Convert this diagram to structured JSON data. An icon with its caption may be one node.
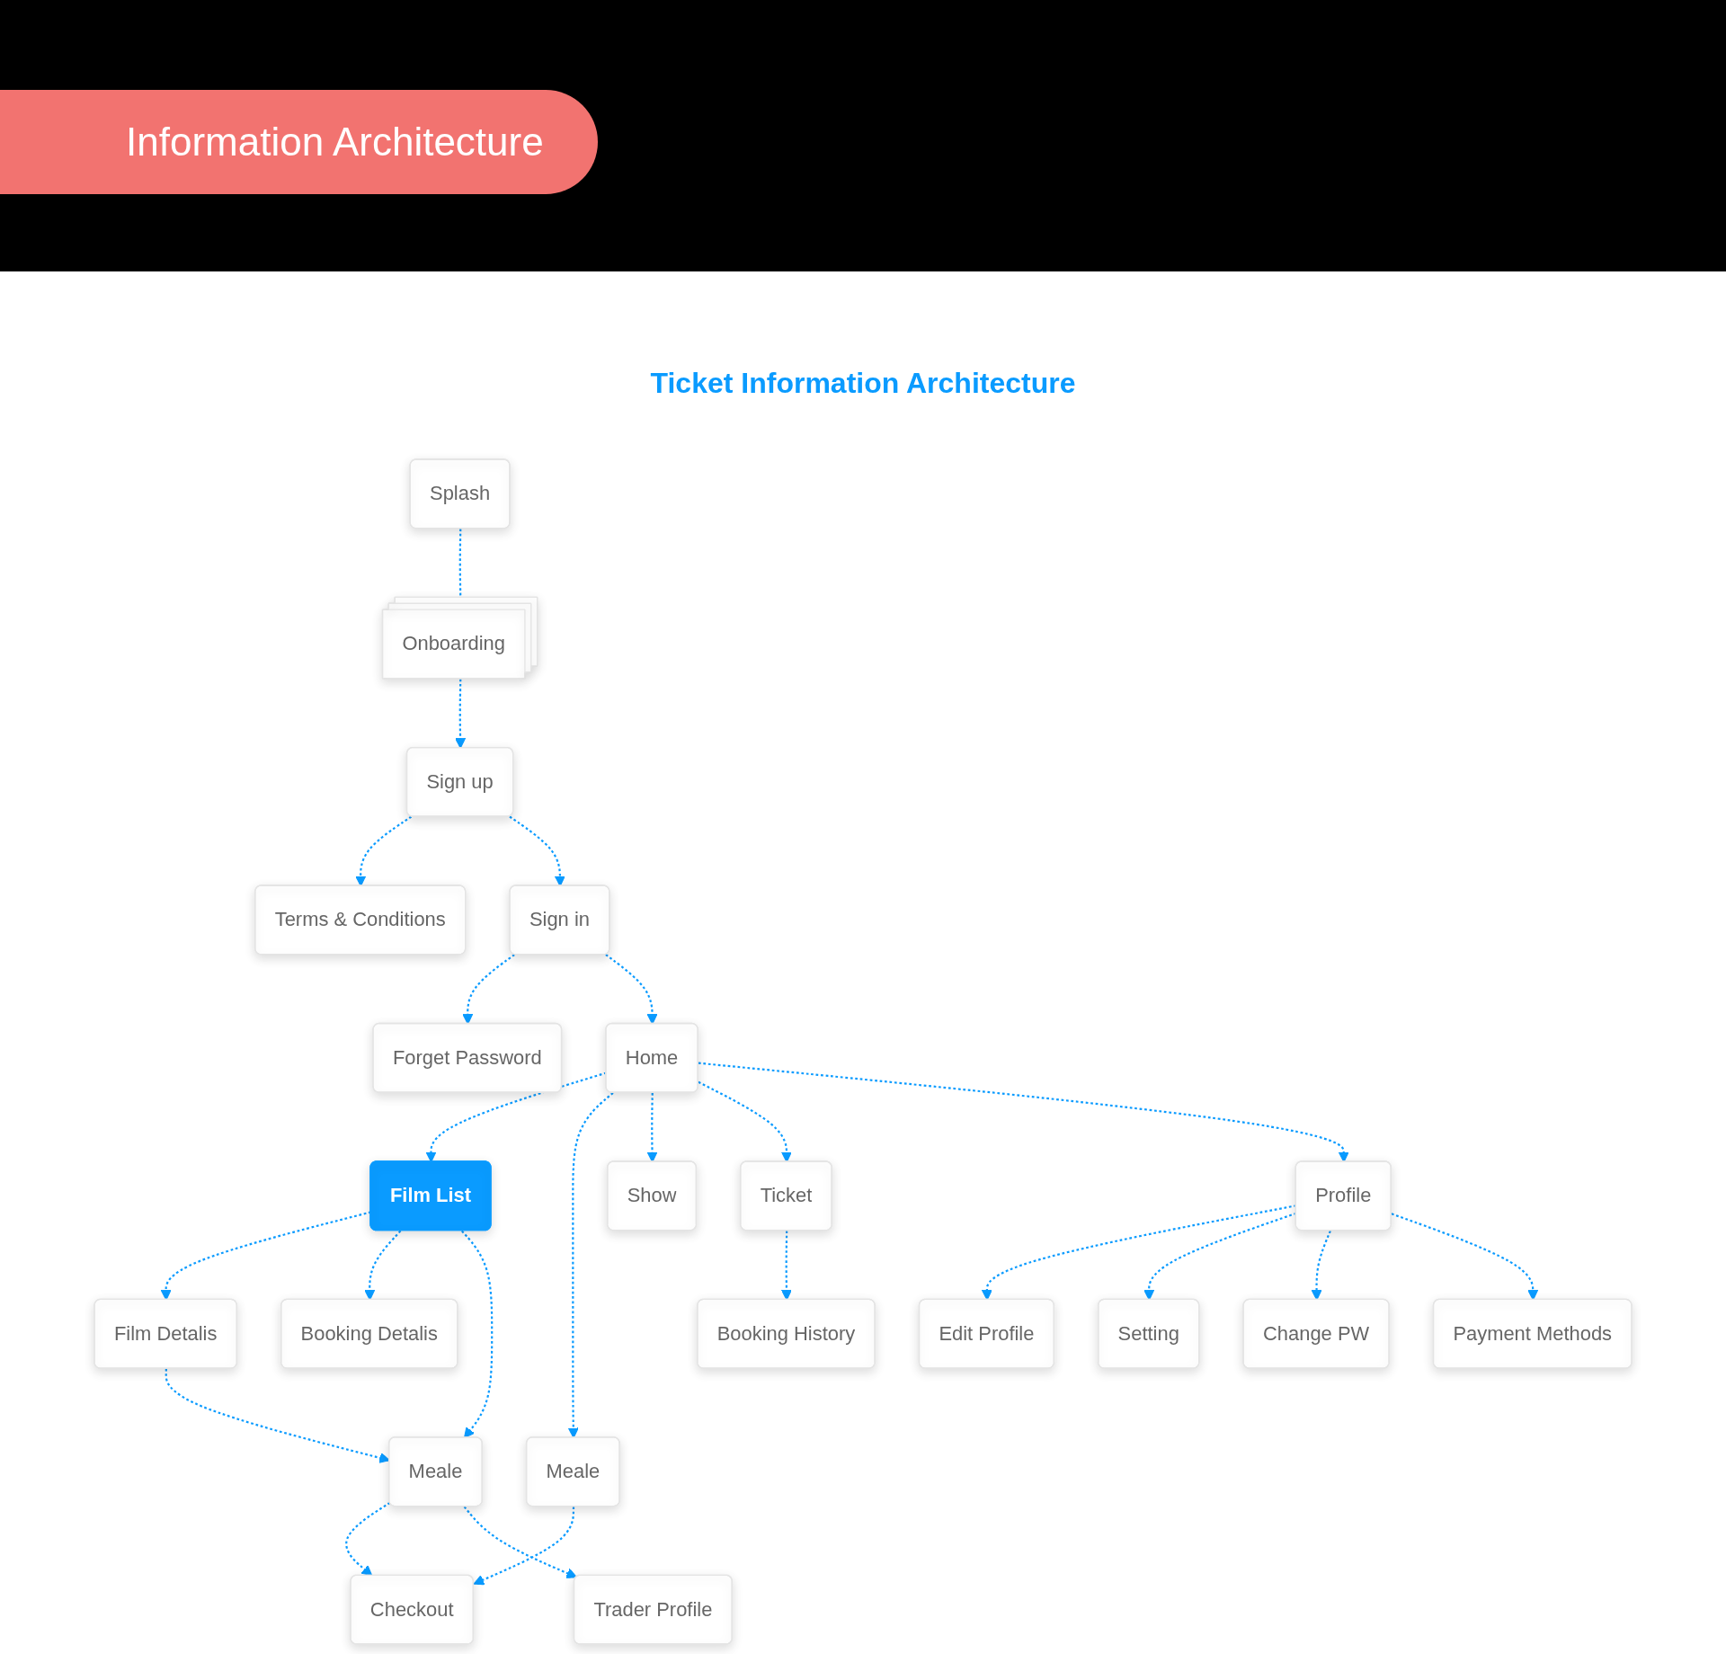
{
  "diagram": {
    "title": "Information Architecture",
    "nodes": [
      {
        "text": [
          "Splash"
        ]
      },
      {
        "text": [
          "Onboarding"
        ]
      },
      {
        "text": [
          "Sign up"
        ]
      },
      {
        "text": [
          "Terms & Conditions"
        ]
      },
      {
        "text": [
          "Sign in"
        ]
      },
      {
        "text": [
          "Forget Password"
        ]
      },
      {
        "text": [
          "Home"
        ]
      },
      {
        "text": [
          "Film List"
        ]
      },
      {
        "text": [
          "Meale"
        ]
      },
      {
        "text": [
          "Show"
        ]
      },
      {
        "text": [
          "Ticket"
        ]
      },
      {
        "text": [
          "Profile"
        ]
      },
      {
        "text": [
          "Film Detalis"
        ]
      },
      {
        "text": [
          "Booking Detalis"
        ]
      },
      {
        "text": [
          "Meale"
        ]
      },
      {
        "text": [
          "Checkout"
        ]
      },
      {
        "text": [
          "Trader Profile"
        ]
      },
      {
        "text": [
          "Booking History"
        ]
      },
      {
        "text": [
          "Edit Profile"
        ]
      },
      {
        "text": [
          "Setting"
        ]
      },
      {
        "text": [
          "Change PW"
        ]
      },
      {
        "text": [
          "Payment Methods"
        ]
      }
    ],
    "edges": [
      {
        "from": 0,
        "to": 1,
        "arrow": "none",
        "style": "dashed"
      },
      {
        "from": 1,
        "to": 2,
        "arrow": "to",
        "style": "dashed"
      },
      {
        "from": 2,
        "to": 3,
        "arrow": "to",
        "style": "dashed"
      },
      {
        "from": 2,
        "to": 4,
        "arrow": "to",
        "style": "dashed"
      },
      {
        "from": 4,
        "to": 5,
        "arrow": "to",
        "style": "dashed"
      },
      {
        "from": 4,
        "to": 6,
        "arrow": "to",
        "style": "dashed"
      },
      {
        "from": 6,
        "to": 7,
        "arrow": "to",
        "style": "dashed"
      },
      {
        "from": 6,
        "to": 8,
        "arrow": "to",
        "style": "dashed"
      },
      {
        "from": 6,
        "to": 9,
        "arrow": "to",
        "style": "dashed"
      },
      {
        "from": 6,
        "to": 10,
        "arrow": "to",
        "style": "dashed"
      },
      {
        "from": 6,
        "to": 11,
        "arrow": "to",
        "style": "dashed"
      },
      {
        "from": 7,
        "to": 12,
        "arrow": "to",
        "style": "dashed"
      },
      {
        "from": 7,
        "to": 13,
        "arrow": "to",
        "style": "dashed"
      },
      {
        "from": 7,
        "to": 14,
        "arrow": "to",
        "style": "dashed"
      },
      {
        "from": 12,
        "to": 14,
        "arrow": "to",
        "style": "dashed"
      },
      {
        "from": 14,
        "to": 15,
        "arrow": "to",
        "style": "dashed"
      },
      {
        "from": 14,
        "to": 16,
        "arrow": "to",
        "style": "dashed"
      },
      {
        "from": 8,
        "to": 15,
        "arrow": "to",
        "style": "dashed"
      },
      {
        "from": 10,
        "to": 17,
        "arrow": "to",
        "style": "dashed"
      },
      {
        "from": 11,
        "to": 18,
        "arrow": "to",
        "style": "dashed"
      },
      {
        "from": 11,
        "to": 19,
        "arrow": "to",
        "style": "dashed"
      },
      {
        "from": 11,
        "to": 20,
        "arrow": "to",
        "style": "dashed"
      },
      {
        "from": 11,
        "to": 21,
        "arrow": "to",
        "style": "dashed"
      }
    ],
    "labels": [
      "Ticket Information Architecture"
    ]
  }
}
